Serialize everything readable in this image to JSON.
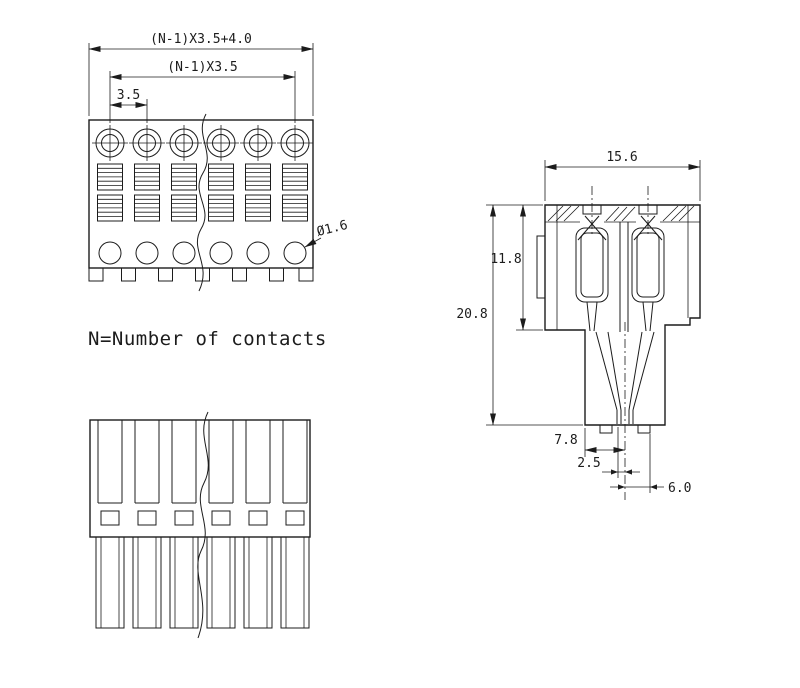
{
  "colors": {
    "line": "#1c1c1c",
    "background": "#ffffff"
  },
  "drawing": {
    "note": "N=Number of contacts",
    "front_view": {
      "dim_total_width": "(N-1)X3.5+4.0",
      "dim_contact_span": "(N-1)X3.5",
      "dim_pitch": "3.5",
      "dim_hole_diameter": "Ø1.6",
      "contacts_shown": 6
    },
    "side_view": {
      "dim_overall_width": "15.6",
      "dim_upper_height": "11.8",
      "dim_total_height": "20.8",
      "dim_base_width": "7.8",
      "dim_center_offset": "2.5",
      "dim_pin_spacing": "6.0"
    }
  }
}
